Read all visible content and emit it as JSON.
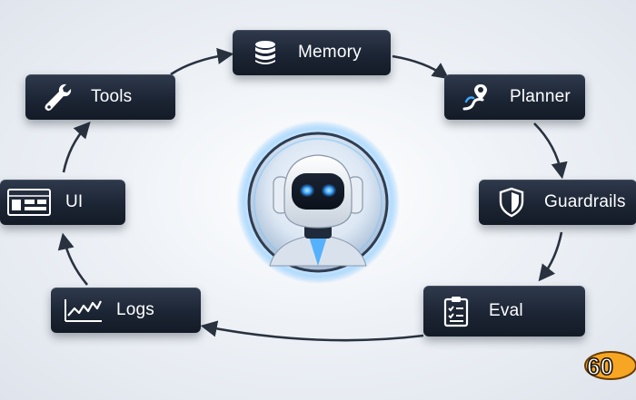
{
  "nodes": {
    "memory": {
      "label": "Memory",
      "icon": "database-icon"
    },
    "planner": {
      "label": "Planner",
      "icon": "route-pin-icon"
    },
    "guardrails": {
      "label": "Guardrails",
      "icon": "shield-icon"
    },
    "eval": {
      "label": "Eval",
      "icon": "checklist-clipboard-icon"
    },
    "logs": {
      "label": "Logs",
      "icon": "line-chart-icon"
    },
    "ui": {
      "label": "UI",
      "icon": "dashboard-layout-icon"
    },
    "tools": {
      "label": "Tools",
      "icon": "wrench-icon"
    }
  },
  "center": {
    "icon": "robot-head-icon"
  },
  "badge": {
    "text": "60"
  },
  "colors": {
    "node_bg": "#1c2534",
    "node_text": "#ffffff",
    "arrow": "#2a3240",
    "accent_blue": "#3ea8ff"
  }
}
